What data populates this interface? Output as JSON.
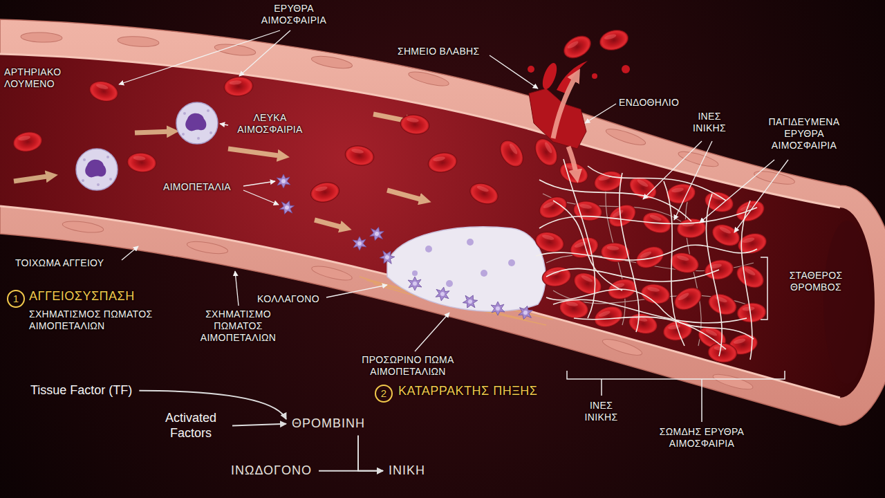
{
  "diagram": {
    "nodes": [
      {
        "text": [
          "Tissue Factor (TF)"
        ]
      },
      {
        "text": [
          "Activated Factors"
        ]
      },
      {
        "text": [
          "ΘΡΟΜΒΙΝΗ"
        ]
      },
      {
        "text": [
          "ΙΝΩΔΟΓΟΝΟ"
        ]
      },
      {
        "text": [
          "ΙΝΙΚΗ"
        ]
      }
    ],
    "edges": [
      {
        "from": 0,
        "to": 2,
        "arrow": "to"
      },
      {
        "from": 1,
        "to": 2,
        "arrow": "to"
      },
      {
        "from": 2,
        "to": 4,
        "arrow": "to"
      },
      {
        "from": 3,
        "to": 4,
        "arrow": "to"
      }
    ],
    "labels": [
      "ΑΡΤΗΡΙΑΚΟ ΛΟΥΜΕΝΟ",
      "ΕΡΥΘΡΑ ΑΙΜΟΣΦΑΙΡΙΑ",
      "ΣΗΜΕΙΟ ΒΛΑΒΗΣ",
      "ΛΕΥΚΑ ΑΙΜΟΣΦΑΙΡΙΑ",
      "ΕΝΔΟΘΗΛΙΟ",
      "ΙΝΕΣ ΙΝΙΚΗΣ",
      "ΠΑΓΙΔΕΥΜΕΝΑ ΕΡΥΘΡΑ ΑΙΜΟΣΦΑΙΡΙΑ",
      "ΑΙΜΟΠΕΤΑΛΙΑ",
      "ΤΟΙΧΩΜΑ ΑΓΓΕΙΟΥ",
      "ΣΤΑΘΕΡΟΣ ΘΡΟΜΒΟΣ",
      "1",
      "ΑΓΓΕΙΟΣΥΣΠΑΣΗ",
      "ΣΧΗΜΑΤΙΣΜΟΣ ΠΩΜΑΤΟΣ ΑΙΜΟΠΕΤΑΛΙΩΝ",
      "ΚΟΛΛΑΓΟΝΟ",
      "ΣΧΗΜΑΤΙΣΜΟ ΠΩΜΑΤΟΣ ΑΙΜΟΠΕΤΑΛΙΩΝ",
      "ΠΡΟΣΩΡΙΝΟ ΠΩΜΑ ΑΙΜΟΠΕΤΑΛΙΩΝ",
      "2",
      "ΚΑΤΑΡΡΑΚΤΗΣ ΠΗΞΗΣ",
      "ΙΝΕΣ ΙΝΙΚΗΣ",
      "ΣΩΜΔΗΣ ΕΡΥΘΡΑ ΑΙΜΟΣΦΑΙΡΙΑ"
    ]
  }
}
